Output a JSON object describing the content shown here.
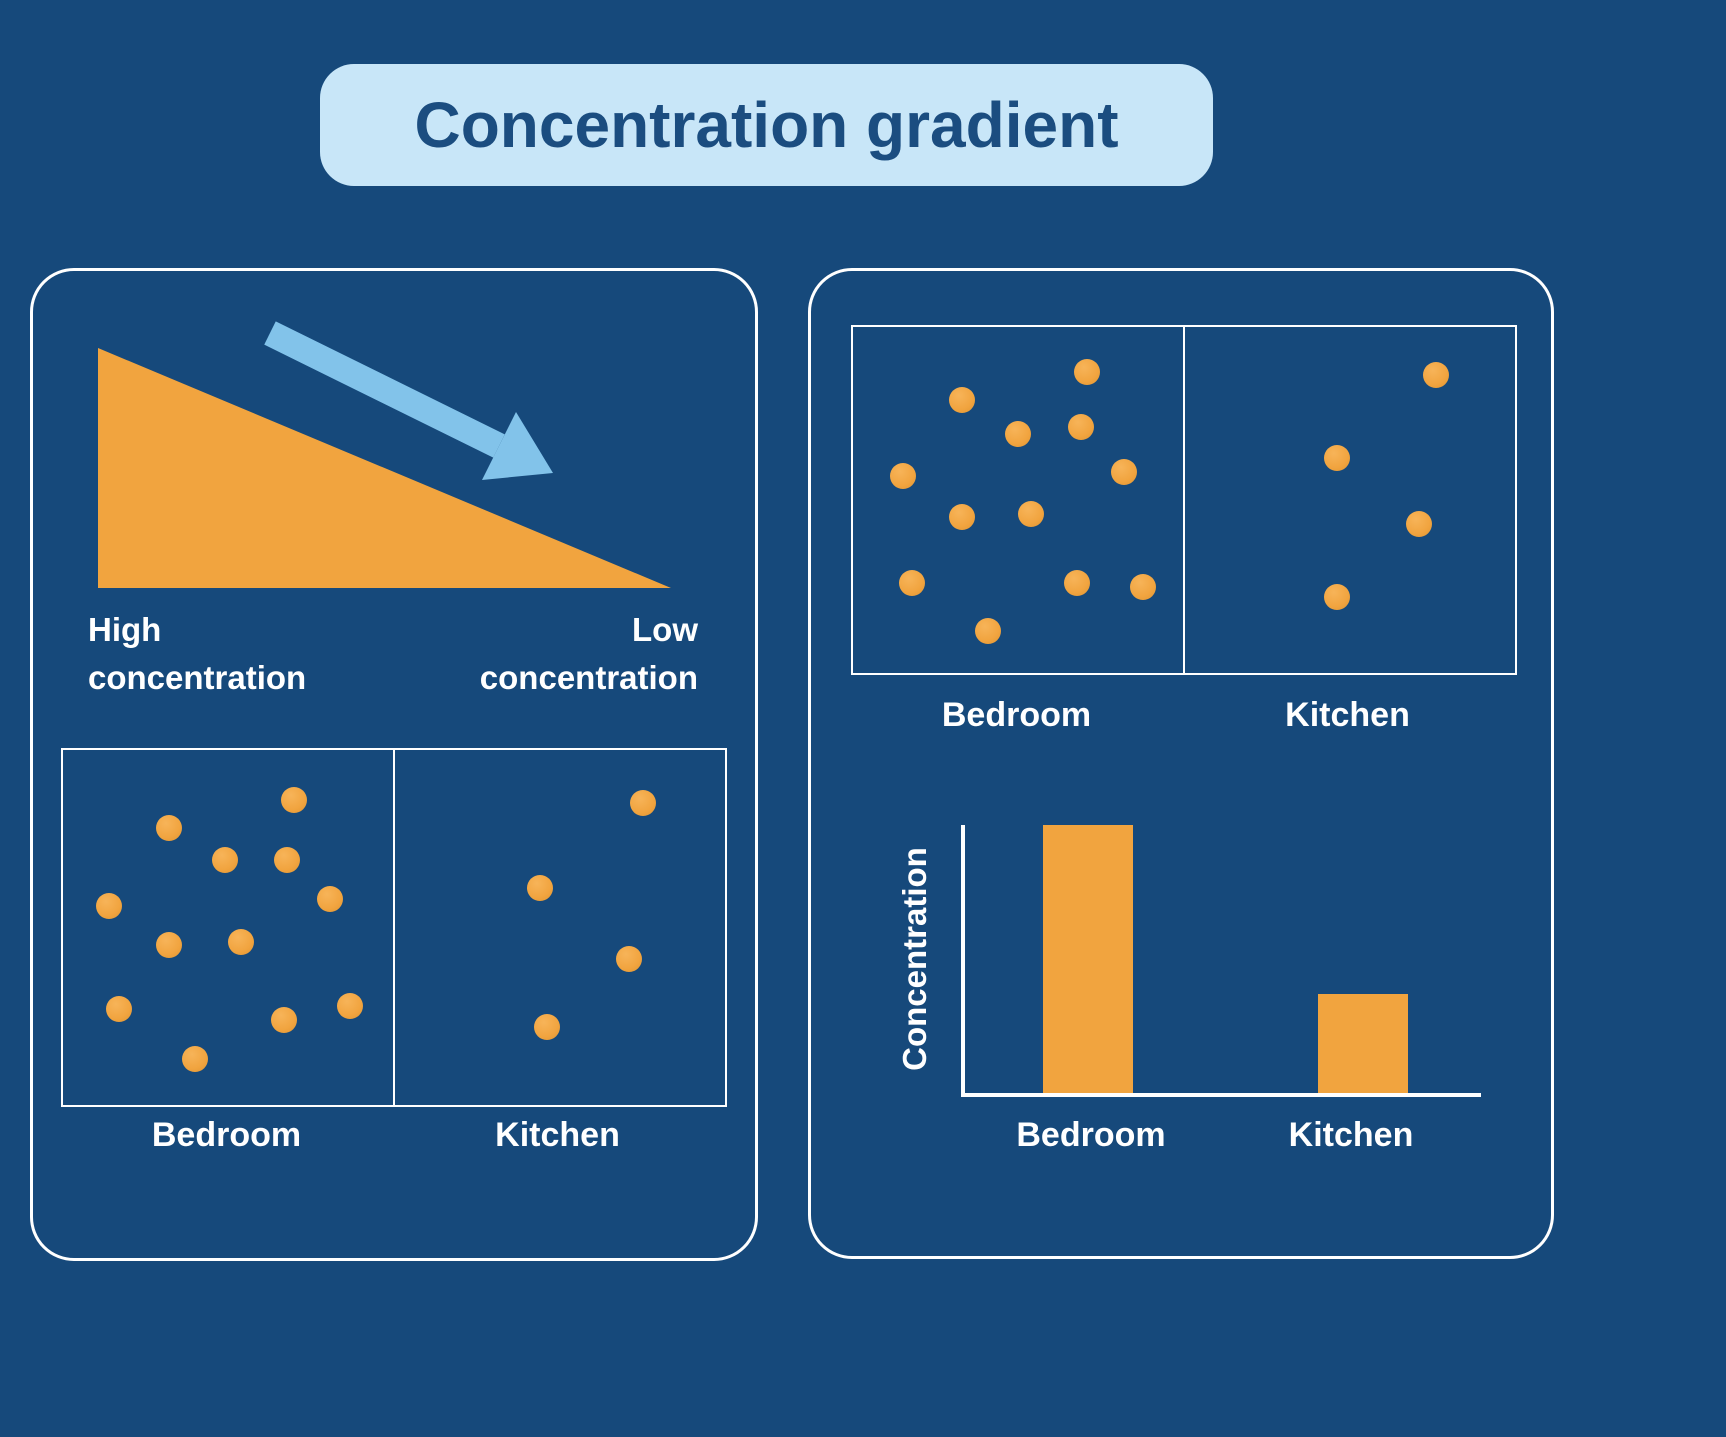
{
  "title": "Concentration gradient",
  "colors": {
    "background": "#16497B",
    "orange": "#F1A43F",
    "arrow_blue": "#82C3EA",
    "title_bubble_bg": "#C8E6F8",
    "title_text": "#1B4D80",
    "line_white": "#FFFFFF"
  },
  "left_panel": {
    "high_label": "High concentration",
    "low_label": "Low concentration",
    "bedroom_label": "Bedroom",
    "kitchen_label": "Kitchen",
    "bedroom_dots": [
      [
        32,
        22
      ],
      [
        70,
        14
      ],
      [
        49,
        31
      ],
      [
        68,
        31
      ],
      [
        14,
        44
      ],
      [
        81,
        42
      ],
      [
        32,
        55
      ],
      [
        54,
        54
      ],
      [
        17,
        73
      ],
      [
        67,
        76
      ],
      [
        87,
        72
      ],
      [
        40,
        87
      ]
    ],
    "kitchen_dots": [
      [
        75,
        15
      ],
      [
        44,
        39
      ],
      [
        71,
        59
      ],
      [
        46,
        78
      ]
    ]
  },
  "right_panel": {
    "bedroom_label": "Bedroom",
    "kitchen_label": "Kitchen",
    "bedroom_dots": [
      [
        33,
        21
      ],
      [
        71,
        13
      ],
      [
        50,
        31
      ],
      [
        69,
        29
      ],
      [
        15,
        43
      ],
      [
        82,
        42
      ],
      [
        33,
        55
      ],
      [
        54,
        54
      ],
      [
        18,
        74
      ],
      [
        68,
        74
      ],
      [
        88,
        75
      ],
      [
        41,
        88
      ]
    ],
    "kitchen_dots": [
      [
        76,
        14
      ],
      [
        46,
        38
      ],
      [
        71,
        57
      ],
      [
        46,
        78
      ]
    ]
  },
  "chart_data": {
    "type": "bar",
    "categories": [
      "Bedroom",
      "Kitchen"
    ],
    "values": [
      100,
      37
    ],
    "title": "",
    "xlabel": "",
    "ylabel": "Concentration",
    "ylim": [
      0,
      100
    ],
    "grid": false,
    "legend": false,
    "bar_color": "#F1A43F"
  }
}
